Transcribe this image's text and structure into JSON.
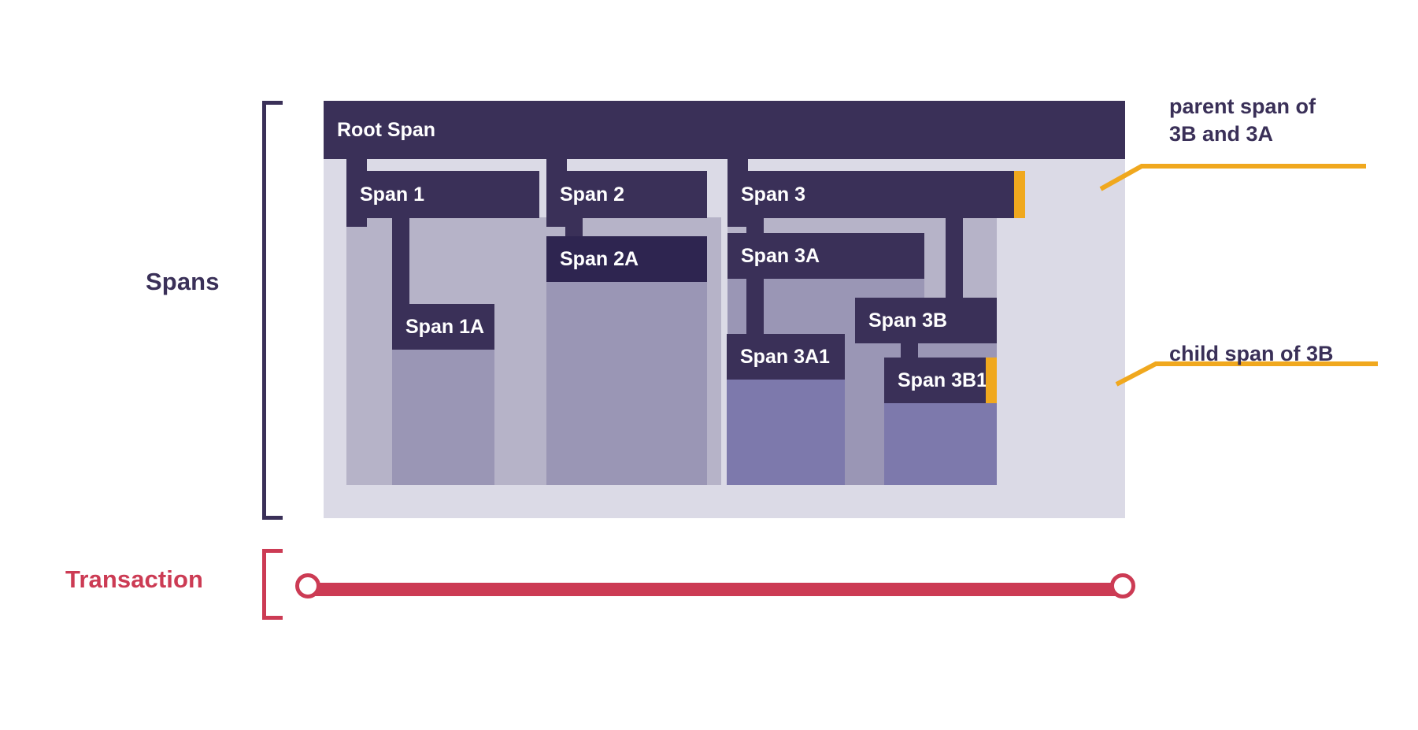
{
  "diagram": {
    "title": "Spans and Transaction trace diagram",
    "groups": {
      "spans_label": "Spans",
      "transaction_label": "Transaction"
    },
    "colors": {
      "span_header": "#3a3058",
      "span_header_deep": "#2e2550",
      "panel_background": "#dbdae6",
      "body_level1": "#b6b3c8",
      "body_level2": "#9a96b5",
      "body_level3": "#7d79ac",
      "highlight": "#f0a81e",
      "transaction": "#cc3b54",
      "text_dark": "#3a3058",
      "text_light": "#ffffff"
    },
    "spans": [
      {
        "id": "root",
        "label": "Root Span",
        "depth": 0,
        "parent": null
      },
      {
        "id": "s1",
        "label": "Span 1",
        "depth": 1,
        "parent": "root"
      },
      {
        "id": "s1a",
        "label": "Span 1A",
        "depth": 2,
        "parent": "s1"
      },
      {
        "id": "s2",
        "label": "Span 2",
        "depth": 1,
        "parent": "root"
      },
      {
        "id": "s2a",
        "label": "Span 2A",
        "depth": 2,
        "parent": "s2"
      },
      {
        "id": "s3",
        "label": "Span 3",
        "depth": 1,
        "parent": "root"
      },
      {
        "id": "s3a",
        "label": "Span 3A",
        "depth": 2,
        "parent": "s3"
      },
      {
        "id": "s3a1",
        "label": "Span 3A1",
        "depth": 3,
        "parent": "s3a"
      },
      {
        "id": "s3b",
        "label": "Span 3B",
        "depth": 2,
        "parent": "s3"
      },
      {
        "id": "s3b1",
        "label": "Span 3B1",
        "depth": 3,
        "parent": "s3b"
      }
    ],
    "annotations": [
      {
        "id": "parent-annotation",
        "text": "parent span of\n3B and 3A",
        "target_span": "s3",
        "marker_color": "#f0a81e"
      },
      {
        "id": "child-annotation",
        "text": "child span of 3B",
        "target_span": "s3b1",
        "marker_color": "#f0a81e"
      }
    ],
    "transaction": {
      "label": "Transaction",
      "start_marker": "circle",
      "end_marker": "circle",
      "bar_color": "#cc3b54"
    }
  }
}
